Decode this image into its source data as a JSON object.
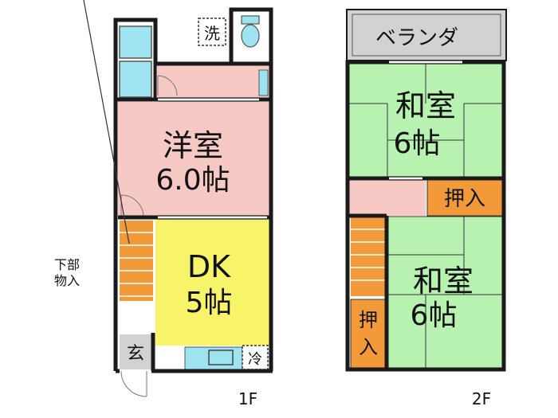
{
  "floor1": {
    "label": "1F",
    "rooms": {
      "western": {
        "name": "洋室",
        "size": "6.0帖"
      },
      "dk": {
        "name": "DK",
        "size": "5帖"
      }
    },
    "entrance": "玄",
    "washer": "洗",
    "fridge": "冷",
    "storage_note_line1": "下部",
    "storage_note_line2": "物入"
  },
  "floor2": {
    "label": "2F",
    "balcony": "ベランダ",
    "rooms": {
      "japanese_upper": {
        "name": "和室",
        "size": "6帖"
      },
      "japanese_lower": {
        "name": "和室",
        "size": "6帖"
      }
    },
    "closet_upper": "押入",
    "closet_lower_1": "押",
    "closet_lower_2": "入"
  },
  "colors": {
    "wall": "#1a1a1a",
    "western_room": "#f6c9c4",
    "dk_room": "#f7f46a",
    "japanese_room": "#b7f2b0",
    "closet": "#f29a3a",
    "stairs": "#f29a3a",
    "fixture": "#9ee3f0",
    "balcony": "#d2d2d2"
  }
}
